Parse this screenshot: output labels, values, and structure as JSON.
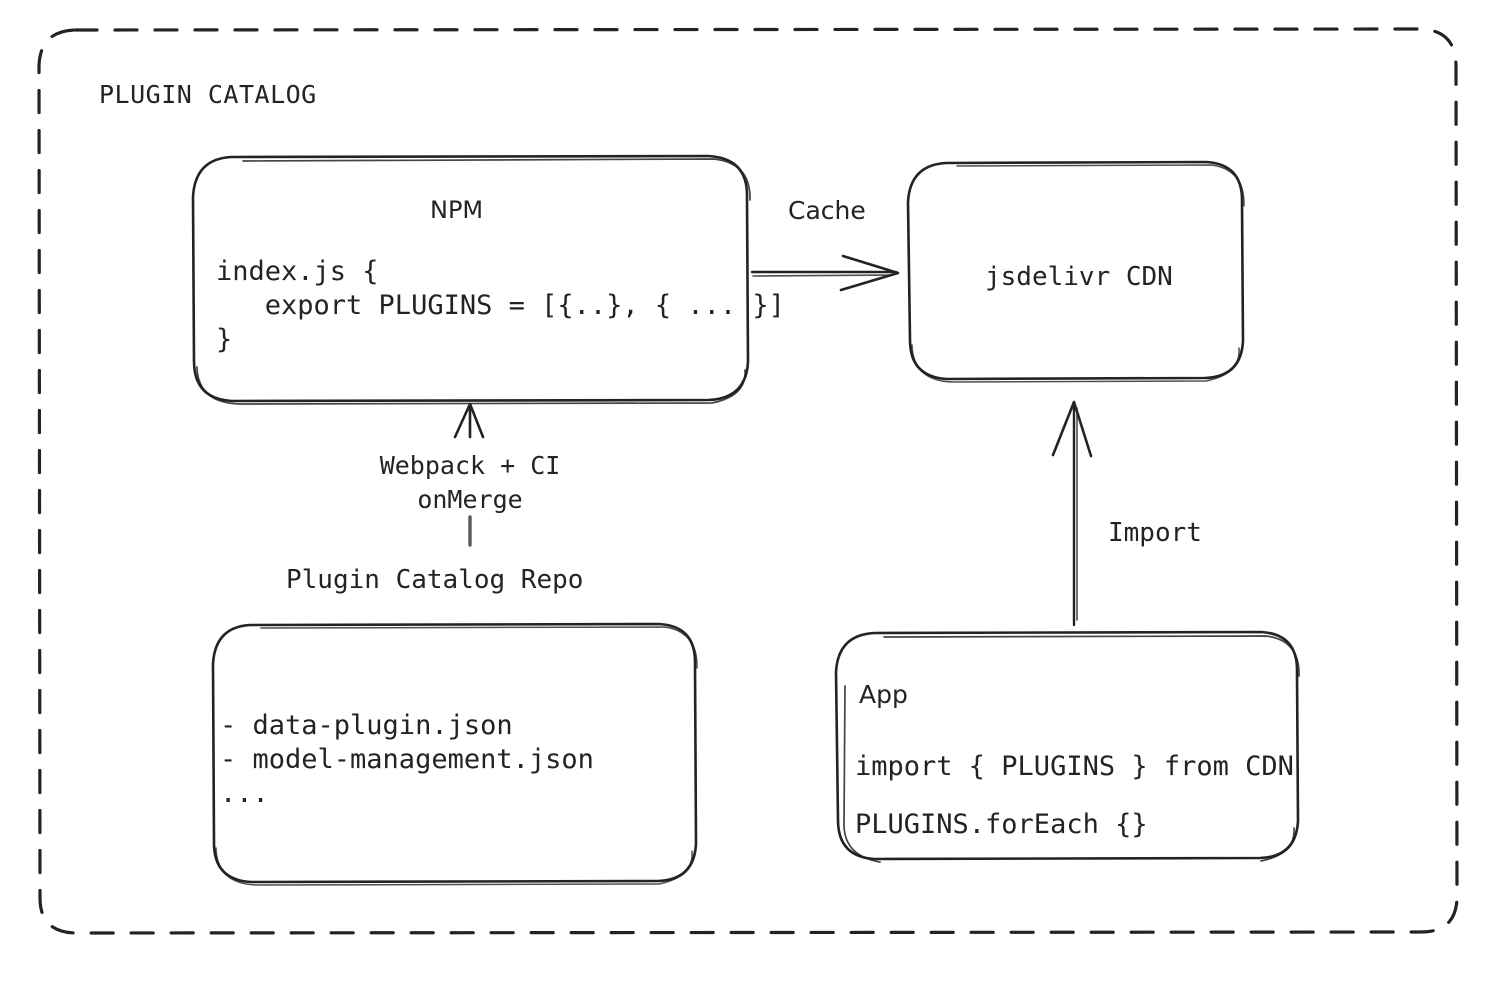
{
  "diagram": {
    "title": "PLUGIN CATALOG",
    "accent_color": "#232323",
    "background_color": "#ffffff",
    "nodes": {
      "npm": {
        "title": "NPM",
        "code": "index.js {\n   export PLUGINS = [{..}, { ... }]\n}"
      },
      "cdn": {
        "title": "jsdelivr CDN"
      },
      "repo": {
        "title": "Plugin Catalog Repo",
        "code": "- data-plugin.json\n- model-management.json\n..."
      },
      "app": {
        "title": "App",
        "code": "import { PLUGINS } from CDN\nPLUGINS.forEach {}"
      }
    },
    "edges": {
      "cache": "Cache",
      "webpack": "Webpack + CI\nonMerge",
      "import": "Import"
    }
  }
}
